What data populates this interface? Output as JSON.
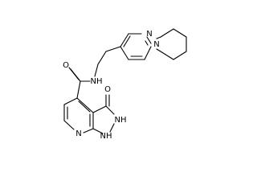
{
  "molecule": {
    "atom_labels": {
      "pyridine_n_top": "N",
      "piperidine_n": "N",
      "amide_nh": "NH",
      "amide_o": "O",
      "pyrazolone_o": "O",
      "nh_2": "NH",
      "nh_1": "NH",
      "pyridine_n_bottom": "N"
    },
    "colors": {
      "bond": "#000000",
      "label": "#000000",
      "background": "#ffffff"
    }
  }
}
